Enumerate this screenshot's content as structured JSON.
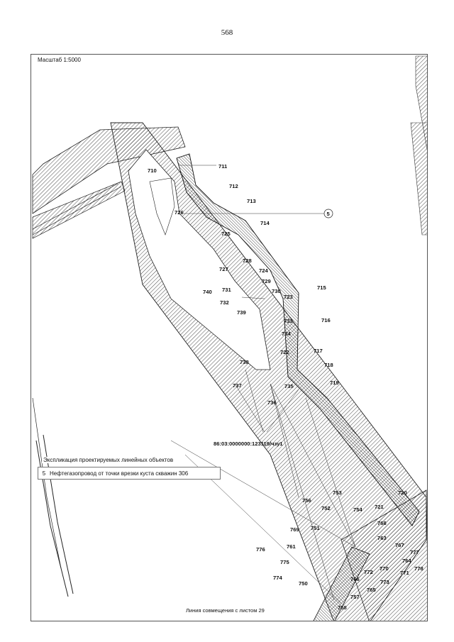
{
  "page_number": "568",
  "scale_label": "Масштаб 1:5000",
  "parcel_label": "86:03:0000000:123119/чзу1",
  "callout_number": "5",
  "legend": {
    "title": "Экспликация проектируемых линейных объектов",
    "items": [
      {
        "number": "5",
        "text": "Нефтегазопровод от точки врезки куста скважин 306"
      }
    ]
  },
  "joint_line_label": "Линия совмещения с листом 29",
  "point_labels": [
    "710",
    "711",
    "712",
    "713",
    "714",
    "715",
    "716",
    "717",
    "718",
    "719",
    "720",
    "721",
    "722",
    "723",
    "724",
    "725",
    "726",
    "727",
    "728",
    "729",
    "730",
    "731",
    "732",
    "733",
    "734",
    "735",
    "736",
    "737",
    "738",
    "739",
    "740",
    "750",
    "751",
    "752",
    "753",
    "754",
    "756",
    "757",
    "758",
    "761",
    "763",
    "764",
    "765",
    "766",
    "767",
    "768",
    "769",
    "770",
    "771",
    "772",
    "773",
    "774",
    "775",
    "776",
    "777",
    "778"
  ]
}
